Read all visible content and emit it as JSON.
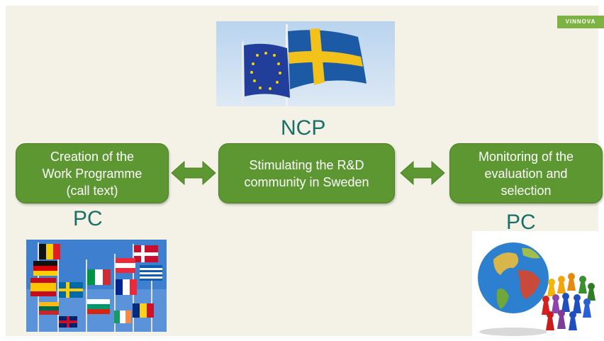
{
  "logo": {
    "text": "VINNOVA"
  },
  "diagram": {
    "ncp_label": "NCP",
    "pc_left_label": "PC",
    "pc_right_label": "PC",
    "boxes": {
      "left": "Creation of the\nWork Programme\n(call text)",
      "middle": "Stimulating the R&D\ncommunity in Sweden",
      "right": "Monitoring of the\nevaluation and\nselection"
    },
    "arrows": [
      "double-arrow-left-mid",
      "double-arrow-mid-right"
    ]
  },
  "images": {
    "top": "eu-and-swedish-flags-photo",
    "bottom_left": "european-national-flags-photo",
    "bottom_right": "globe-and-game-pieces-photo"
  },
  "colors": {
    "box_fill": "#5d9732",
    "label_text": "#1a6f67",
    "background": "#f4f2e6",
    "arrow": "#5d9732"
  }
}
